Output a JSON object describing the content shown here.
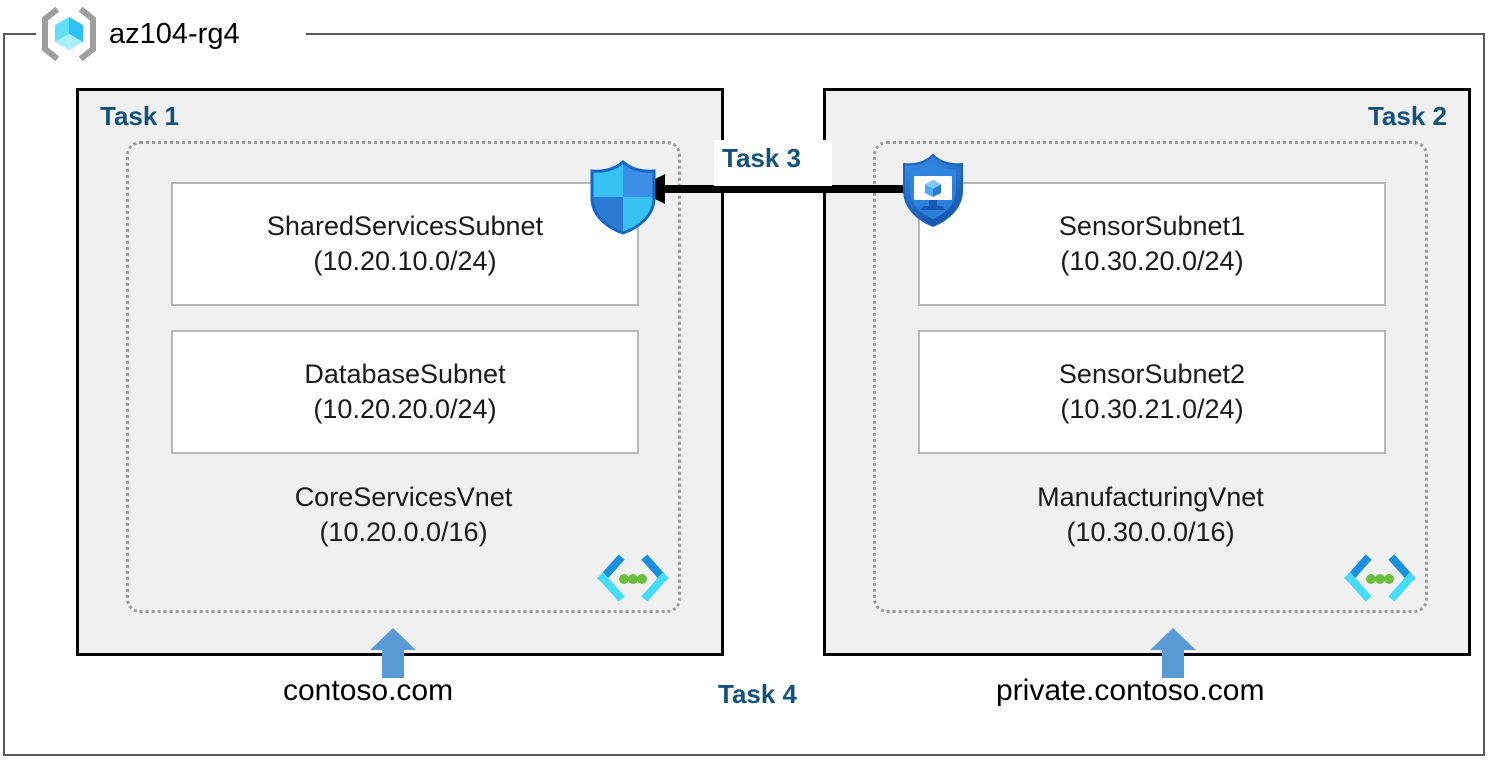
{
  "resource_group": {
    "name": "az104-rg4",
    "icon": "resource-group-cube-icon"
  },
  "tasks": {
    "task1_label": "Task 1",
    "task2_label": "Task 2",
    "task3_label": "Task 3",
    "task4_label": "Task 4"
  },
  "left": {
    "vnet_name": "CoreServicesVnet",
    "vnet_cidr": "(10.20.0.0/16)",
    "vnet_icon": "virtual-network-icon",
    "subnets": [
      {
        "name": "SharedServicesSubnet",
        "cidr": "(10.20.10.0/24)"
      },
      {
        "name": "DatabaseSubnet",
        "cidr": "(10.20.20.0/24)"
      }
    ],
    "dns_zone": "contoso.com",
    "dns_arrow_icon": "up-arrow-icon"
  },
  "right": {
    "vnet_name": "ManufacturingVnet",
    "vnet_cidr": "(10.30.0.0/16)",
    "vnet_icon": "virtual-network-icon",
    "subnets": [
      {
        "name": "SensorSubnet1",
        "cidr": "(10.30.20.0/24)"
      },
      {
        "name": "SensorSubnet2",
        "cidr": "(10.30.21.0/24)"
      }
    ],
    "dns_zone": "private.contoso.com",
    "dns_arrow_icon": "up-arrow-icon"
  },
  "icons": {
    "firewall": "firewall-shield-icon",
    "vm_shield": "virtual-machine-shield-icon",
    "peering_arrow": "peering-arrow-left-icon"
  },
  "colors": {
    "task_label": "#14527e",
    "frame_border": "#595959",
    "task_border": "#000000",
    "task_fill": "#f0f0f0",
    "vnet_dotted": "#9b9b9b",
    "subnet_border": "#b8b8b8",
    "dns_arrow": "#5b9bd5",
    "cube_cyan": "#3fd2f2",
    "vnet_bracket_blue": "#1b8fe0",
    "vnet_bracket_cyan": "#36d5f5",
    "vnet_dot_green": "#6bbf3c",
    "shield_blue": "#2a7bd4"
  }
}
